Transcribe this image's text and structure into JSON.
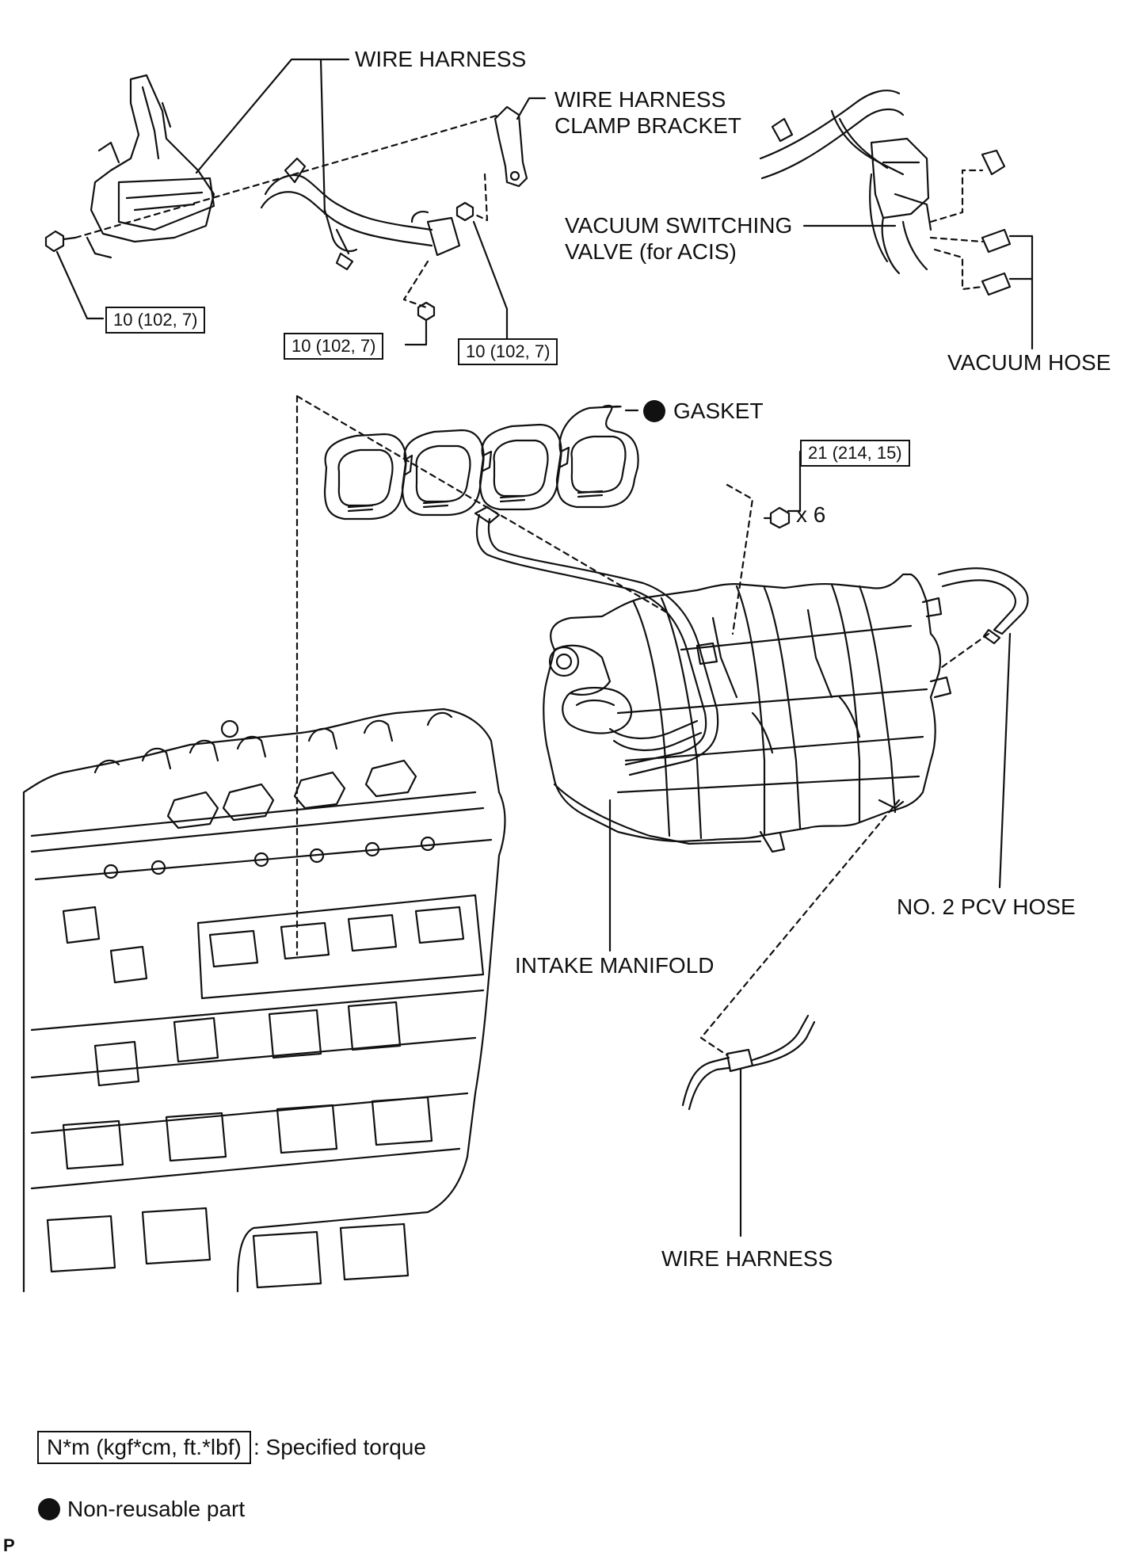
{
  "labels": {
    "wire_harness_top": "WIRE HARNESS",
    "clamp_bracket_line1": "WIRE HARNESS",
    "clamp_bracket_line2": "CLAMP BRACKET",
    "vsv_line1": "VACUUM SWITCHING",
    "vsv_line2": "VALVE (for ACIS)",
    "vacuum_hose": "VACUUM HOSE",
    "gasket": "GASKET",
    "intake_manifold": "INTAKE MANIFOLD",
    "pcv_hose": "NO. 2 PCV HOSE",
    "wire_harness_bottom": "WIRE HARNESS",
    "bolt_count": "x 6"
  },
  "torque": {
    "t1": "10 (102, 7)",
    "t2": "10 (102, 7)",
    "t3": "10 (102, 7)",
    "t4": "21 (214, 15)"
  },
  "legend": {
    "torque_unit": "N*m (kgf*cm, ft.*lbf)",
    "torque_desc": ": Specified torque",
    "nonreusable_desc": "Non-reusable part"
  },
  "corner_code": "P"
}
